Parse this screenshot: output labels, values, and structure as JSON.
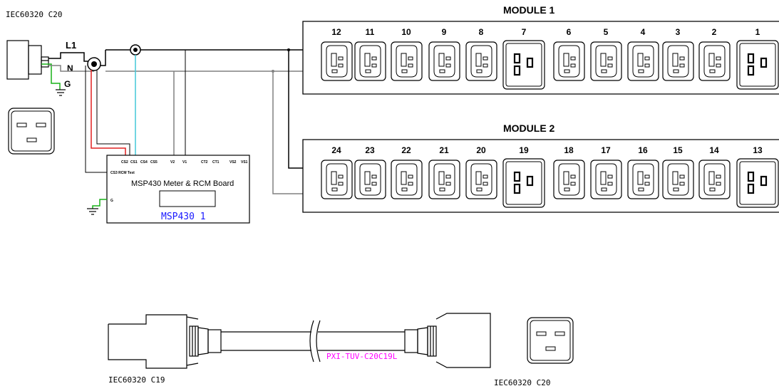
{
  "labels": {
    "top_left_connector": "IEC60320 C20",
    "l1": "L1",
    "n": "N",
    "g": "G",
    "bottom_left_connector": "IEC60320 C19",
    "bottom_right_connector": "IEC60320 C20",
    "cable_part": "PXI-TUV-C20C19L"
  },
  "board": {
    "title": "MSP430 Meter & RCM Board",
    "name": "MSP430 1",
    "pin_row": [
      "CS2",
      "CS1",
      "CS4",
      "CS5",
      "V2",
      "V1",
      "CT2",
      "CT1",
      "VS2",
      "VS1"
    ],
    "pin_left_1": "CS3 RCM Test",
    "pin_left_2": "G"
  },
  "modules": [
    {
      "title": "MODULE 1",
      "outlets": [
        {
          "num": "12",
          "type": "C13"
        },
        {
          "num": "11",
          "type": "C13"
        },
        {
          "num": "10",
          "type": "C13"
        },
        {
          "num": "9",
          "type": "C13"
        },
        {
          "num": "8",
          "type": "C13"
        },
        {
          "num": "7",
          "type": "C19"
        },
        {
          "num": "6",
          "type": "C13"
        },
        {
          "num": "5",
          "type": "C13"
        },
        {
          "num": "4",
          "type": "C13"
        },
        {
          "num": "3",
          "type": "C13"
        },
        {
          "num": "2",
          "type": "C13"
        },
        {
          "num": "1",
          "type": "C19"
        }
      ]
    },
    {
      "title": "MODULE 2",
      "outlets": [
        {
          "num": "24",
          "type": "C13"
        },
        {
          "num": "23",
          "type": "C13"
        },
        {
          "num": "22",
          "type": "C13"
        },
        {
          "num": "21",
          "type": "C13"
        },
        {
          "num": "20",
          "type": "C13"
        },
        {
          "num": "19",
          "type": "C19"
        },
        {
          "num": "18",
          "type": "C13"
        },
        {
          "num": "17",
          "type": "C13"
        },
        {
          "num": "16",
          "type": "C13"
        },
        {
          "num": "15",
          "type": "C13"
        },
        {
          "num": "14",
          "type": "C13"
        },
        {
          "num": "13",
          "type": "C19"
        }
      ]
    }
  ],
  "colors": {
    "line": "#000000",
    "neutral": "#808080",
    "ground": "#19b219",
    "red": "#e02020",
    "cyan": "#44c8d8",
    "board_name": "#1a1aff",
    "cable_label": "#ff00ff"
  }
}
